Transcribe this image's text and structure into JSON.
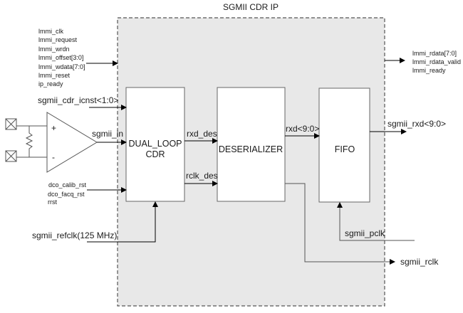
{
  "title": "SGMII CDR IP",
  "blocks": {
    "cdr": [
      "DUAL_LOOP",
      "CDR"
    ],
    "deserializer": "DESERIALIZER",
    "fifo": "FIFO"
  },
  "lmmi_inputs": [
    "lmmi_clk",
    "lmmi_request",
    "lmmi_wrdn",
    "lmmi_offset[3:0]",
    "lmmi_wdata[7:0]",
    "lmmi_reset",
    "ip_ready"
  ],
  "lmmi_outputs": [
    "lmmi_rdata[7:0]",
    "lmmi_rdata_valid",
    "lmmi_ready"
  ],
  "signals": {
    "cdr_icnst": "sgmii_cdr_icnst<1:0>",
    "sgmii_in": "sgmii_in",
    "rxd_des": "rxd_des",
    "rclk_des": "rclk_des",
    "rxd": "rxd<9:0>",
    "sgmii_rxd": "sgmii_rxd<9:0>",
    "refclk": "sgmii_refclk(125 MHz)",
    "pclk": "sgmii_pclk",
    "rclk": "sgmii_rclk"
  },
  "reset_inputs": [
    "dco_calib_rst",
    "dco_facq_rst",
    "rrst"
  ],
  "amplifier": {
    "plus": "+",
    "minus": "-"
  },
  "colors": {
    "ip_fill": "#e8e8e8",
    "dash": "#555555",
    "line": "#666666",
    "arrow": "#000000"
  }
}
